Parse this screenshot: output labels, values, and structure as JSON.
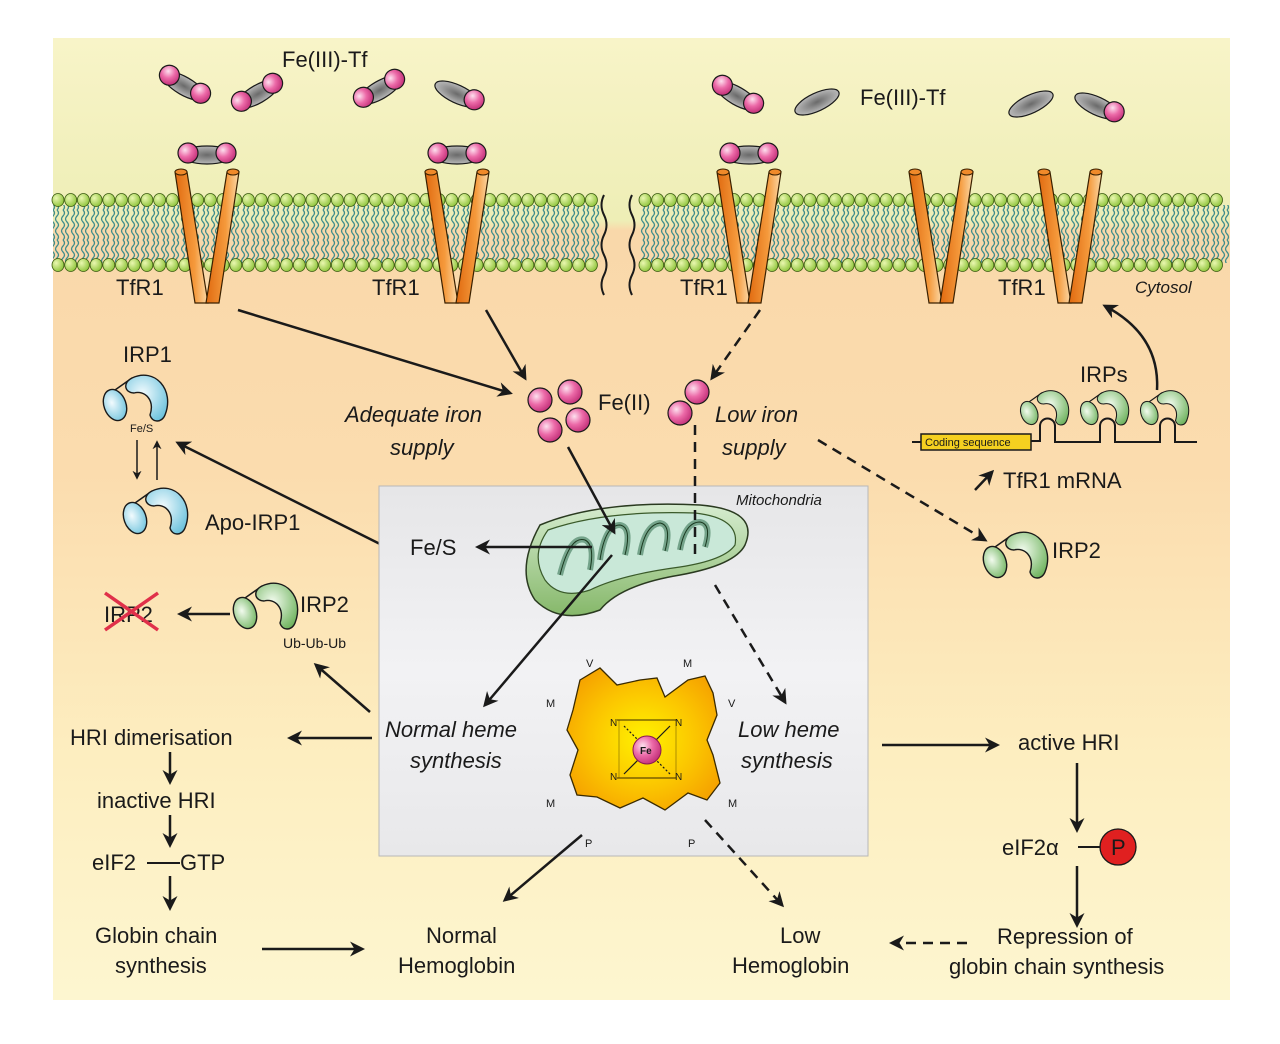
{
  "colors": {
    "extracellular": "#f6f2c4",
    "cytosol_top": "#fbd9a8",
    "cytosol_bottom": "#fdf4cc",
    "membrane_head": "#a8d34a",
    "membrane_tail": "#3d8a8a",
    "receptor": "#f08a2a",
    "iron": "#e8559a",
    "transferrin": "#8e8e8e",
    "irp1": "#8fd3e6",
    "irp2": "#9ccf8c",
    "mito_panel": "#ececee",
    "heme": "#f7b400",
    "phosphate": "#e02020",
    "coding_box": "#f5d020",
    "cross": "#e0304a"
  },
  "labels": {
    "fe3_tf_left": "Fe(III)-Tf",
    "fe3_tf_right": "Fe(III)-Tf",
    "tfr1_1": "TfR1",
    "tfr1_2": "TfR1",
    "tfr1_3": "TfR1",
    "tfr1_4": "TfR1",
    "cytosol": "Cytosol",
    "irp1": "IRP1",
    "fe_s_small": "Fe/S",
    "apo_irp1": "Apo-IRP1",
    "adequate_iron_1": "Adequate iron",
    "adequate_iron_2": "supply",
    "fe2": "Fe(II)",
    "low_iron_1": "Low iron",
    "low_iron_2": "supply",
    "irps": "IRPs",
    "coding_sequence": "Coding sequence",
    "tfr1_mrna": "TfR1 mRNA",
    "irp2_right": "IRP2",
    "mitochondria": "Mitochondria",
    "fe_s": "Fe/S",
    "irp2_degraded": "IRP2",
    "irp2_ub": "IRP2",
    "ub_chain": "Ub-Ub-Ub",
    "hri_dimerisation": "HRI dimerisation",
    "inactive_hri": "inactive HRI",
    "eif2": "eIF2",
    "gtp": "GTP",
    "globin_1": "Globin chain",
    "globin_2": "synthesis",
    "normal_heme_1": "Normal heme",
    "normal_heme_2": "synthesis",
    "low_heme_1": "Low heme",
    "low_heme_2": "synthesis",
    "active_hri": "active HRI",
    "eif2a": "eIF2α",
    "phosphate": "P",
    "normal_hb_1": "Normal",
    "normal_hb_2": "Hemoglobin",
    "low_hb_1": "Low",
    "low_hb_2": "Hemoglobin",
    "repression_1": "Repression of",
    "repression_2": "globin chain synthesis",
    "heme_fe": "Fe",
    "heme_n": "N",
    "heme_v": "V",
    "heme_m": "M",
    "heme_p": "P"
  }
}
